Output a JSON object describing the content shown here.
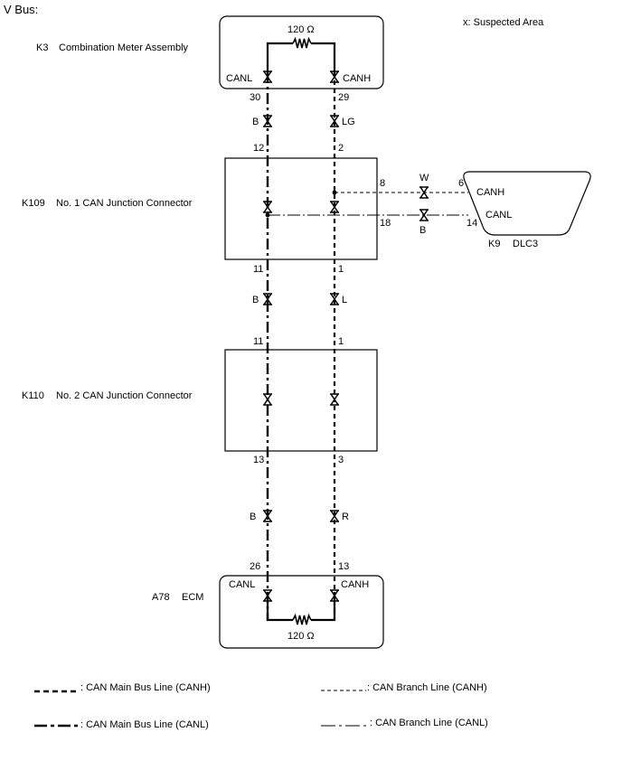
{
  "title": "V Bus:",
  "suspected_note": "x: Suspected Area",
  "k3": {
    "code": "K3",
    "name": "Combination Meter Assembly",
    "resistor": "120 Ω",
    "canl": "CANL",
    "canh": "CANH",
    "pin_l": "30",
    "pin_h": "29",
    "wire_l": "B",
    "wire_h": "LG"
  },
  "k109": {
    "code": "K109",
    "name": "No. 1 CAN Junction Connector",
    "pin_top_l": "12",
    "pin_top_h": "2",
    "pin_bot_l": "11",
    "pin_bot_h": "1",
    "pin_branch_h": "8",
    "pin_branch_l": "18"
  },
  "k9": {
    "code": "K9",
    "name": "DLC3",
    "canh": "CANH",
    "canl": "CANL",
    "pin_h": "6",
    "pin_l": "14",
    "wire_h": "W",
    "wire_l": "B"
  },
  "k109_k110": {
    "wire_l": "B",
    "wire_h": "L"
  },
  "k110": {
    "code": "K110",
    "name": "No. 2 CAN Junction Connector",
    "pin_top_l": "11",
    "pin_top_h": "1",
    "pin_bot_l": "13",
    "pin_bot_h": "3"
  },
  "k110_a78": {
    "wire_l": "B",
    "wire_h": "R"
  },
  "a78": {
    "code": "A78",
    "name": "ECM",
    "resistor": "120 Ω",
    "canl": "CANL",
    "canh": "CANH",
    "pin_l": "26",
    "pin_h": "13"
  },
  "legend": {
    "main_canh": ": CAN Main Bus Line (CANH)",
    "main_canl": ": CAN Main Bus Line (CANL)",
    "branch_canh": ": CAN Branch Line (CANH)",
    "branch_canl": ": CAN Branch Line (CANL)"
  },
  "colors": {
    "line": "#000000",
    "background": "#ffffff"
  }
}
